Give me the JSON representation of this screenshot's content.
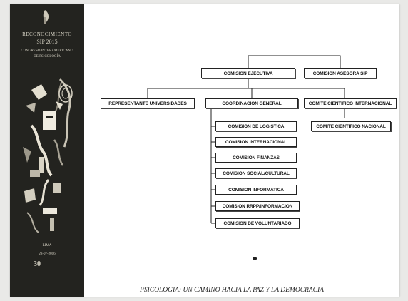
{
  "left_panel": {
    "title_line1": "RECONOCIMIENTO",
    "title_line2": "SIP 2015",
    "subtitle_line1": "CONGRESO INTERAMERICANO",
    "subtitle_line2": "DE PSICOLOGÍA",
    "city": "LIMA",
    "date": "28-07-2016",
    "number": "30"
  },
  "org_chart": {
    "top_row": {
      "ejecutiva": "COMISION EJECUTIVA",
      "asesora": "COMISION ASESORA SIP"
    },
    "second_row": {
      "universidades": "REPRESENTANTE UNIVERSIDADES",
      "coordinacion": "COORDINACION GENERAL",
      "cientifico_internacional": "COMITE CIENTIFICO INTERNACIONAL"
    },
    "coordinacion_children": [
      "COMISION DE LOGISTICA",
      "COMISION INTERNACIONAL",
      "COMISION FINANZAS",
      "COMISION SOCIAL/CULTURAL",
      "COMISION INFORMATICA",
      "COMISION RRPP/INFORMACION",
      "COMISION DE VOLUNTARIADO"
    ],
    "cientifico_child": "COMITE CIENTIFICO NACIONAL"
  },
  "footer": "PSICOLOGIA: UN CAMINO HACIA LA PAZ Y LA DEMOCRACIA"
}
